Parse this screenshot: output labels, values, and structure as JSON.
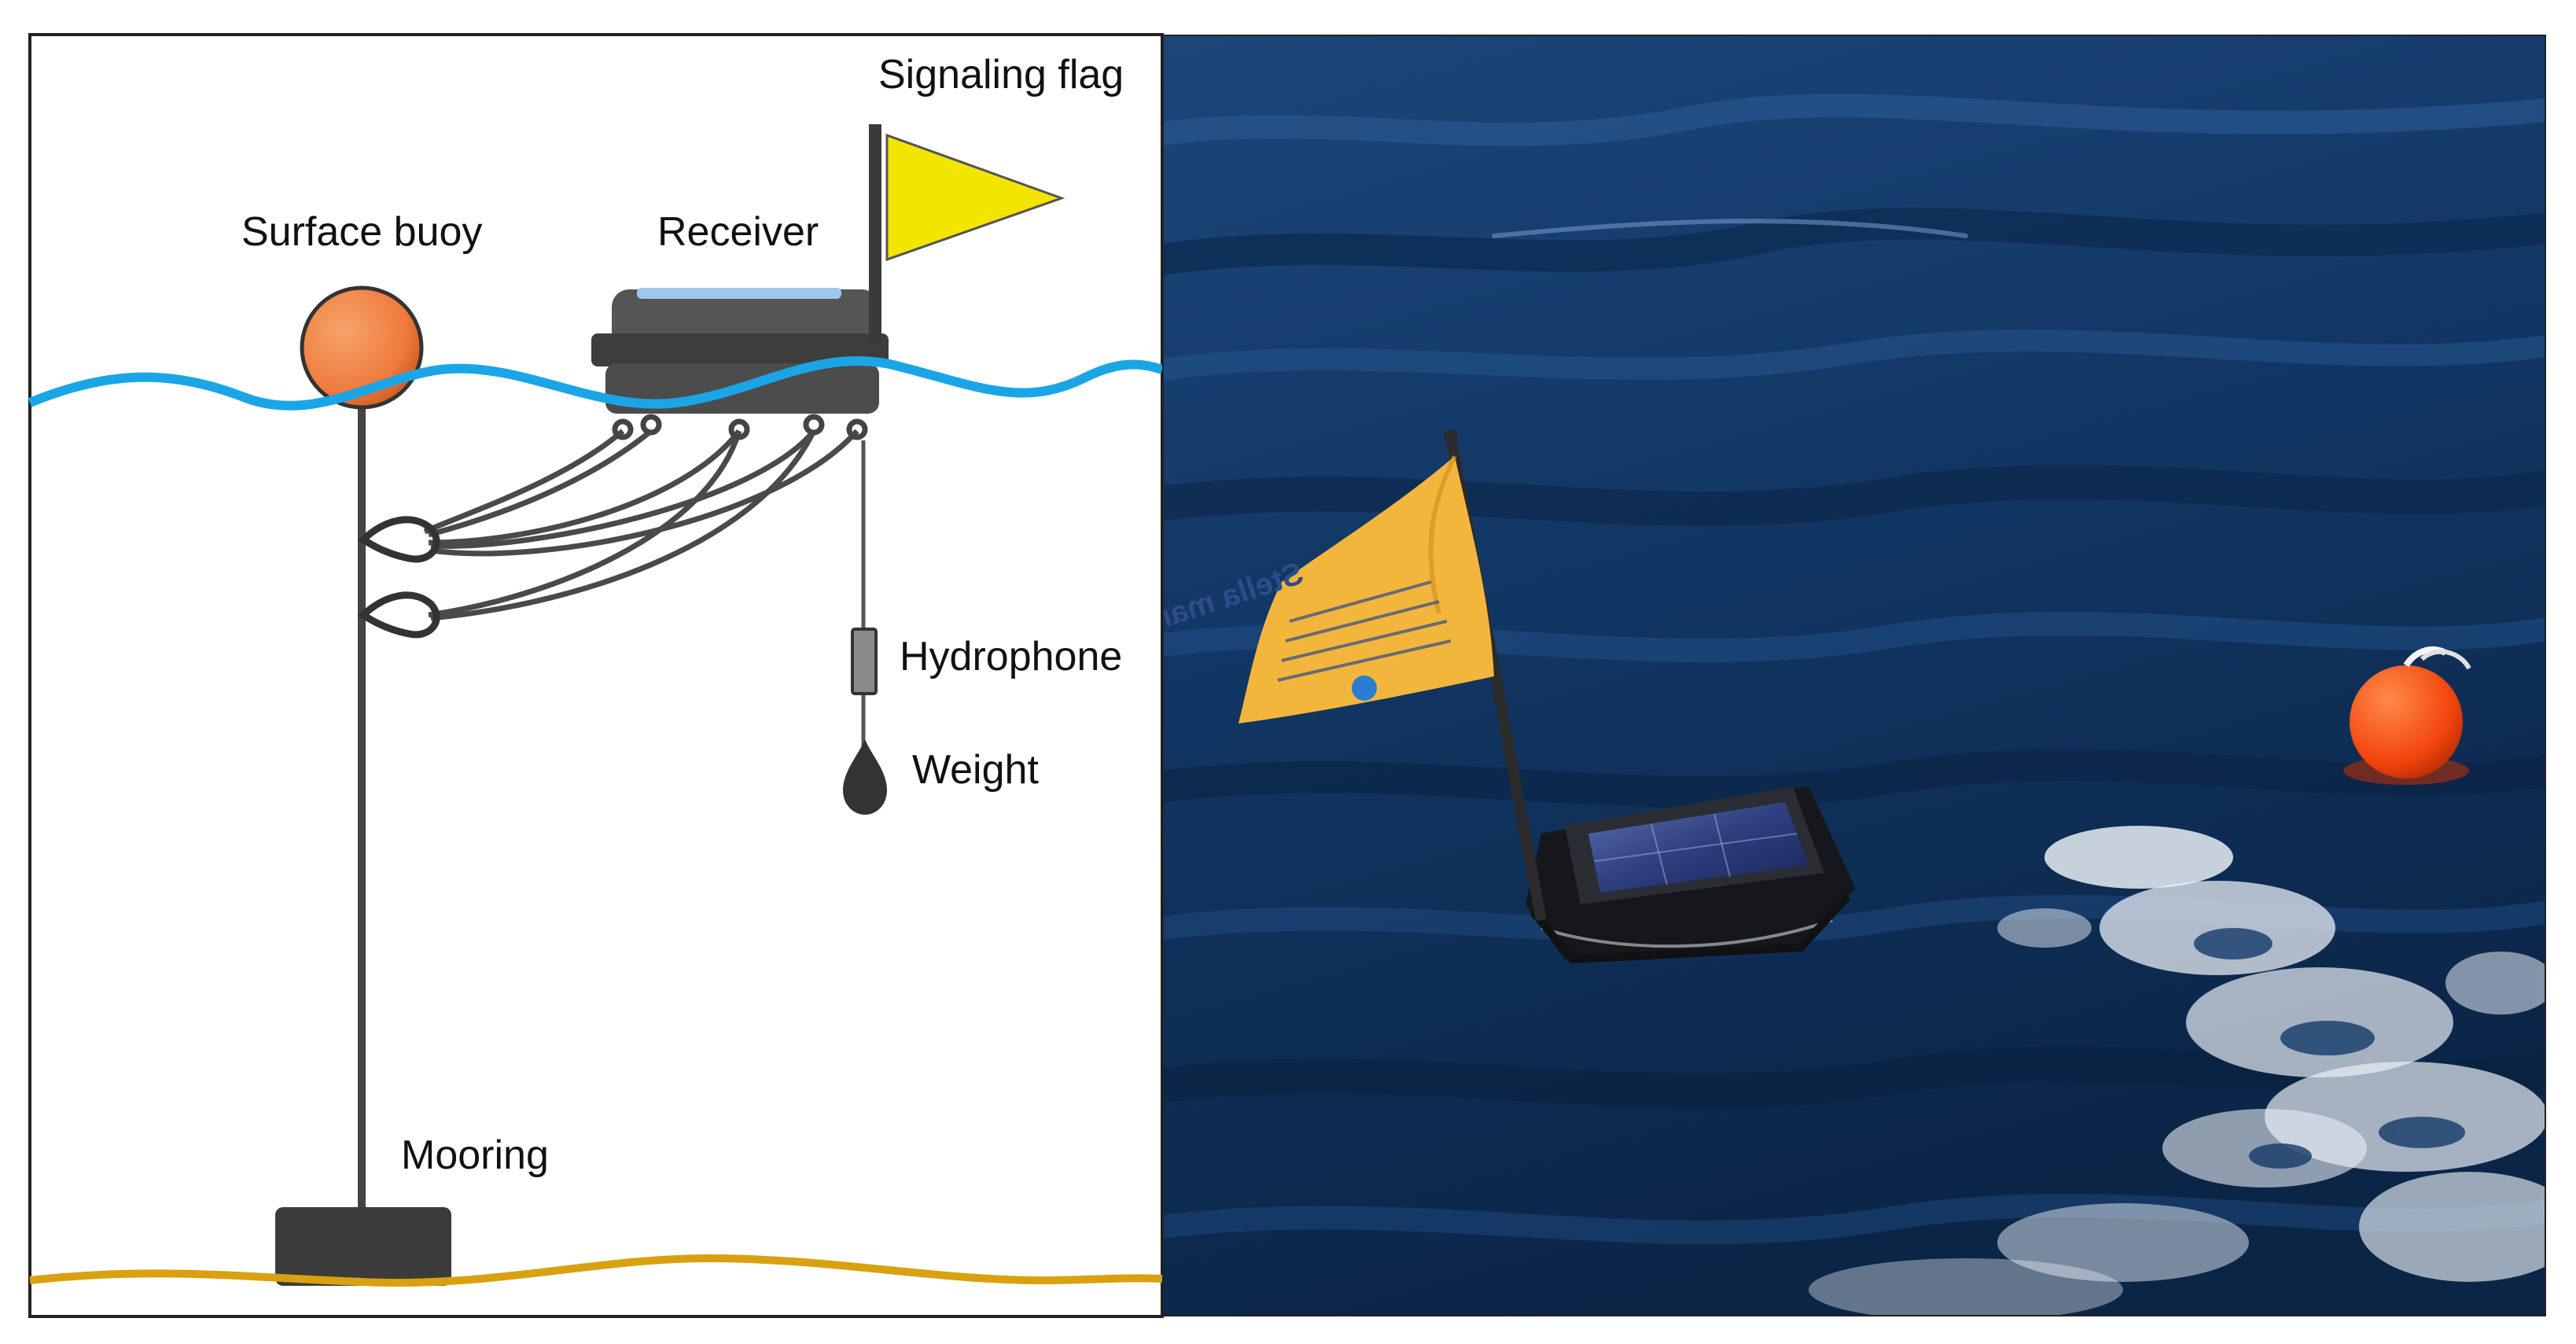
{
  "labels": {
    "signaling_flag": "Signaling flag",
    "surface_buoy": "Surface buoy",
    "receiver": "Receiver",
    "hydrophone": "Hydrophone",
    "weight": "Weight",
    "mooring": "Mooring"
  },
  "photo": {
    "flag_text": "Stella mare"
  },
  "colors": {
    "water_line": "#1aa6e6",
    "seabed_line": "#d9a10f",
    "buoy": "#ef7a3c",
    "flag": "#f2e600",
    "device": "#444444",
    "ocean_dark": "#0d2b4e",
    "ocean_mid": "#1b4a7e",
    "photo_flag": "#f3b63d",
    "photo_buoy": "#f2440c"
  }
}
